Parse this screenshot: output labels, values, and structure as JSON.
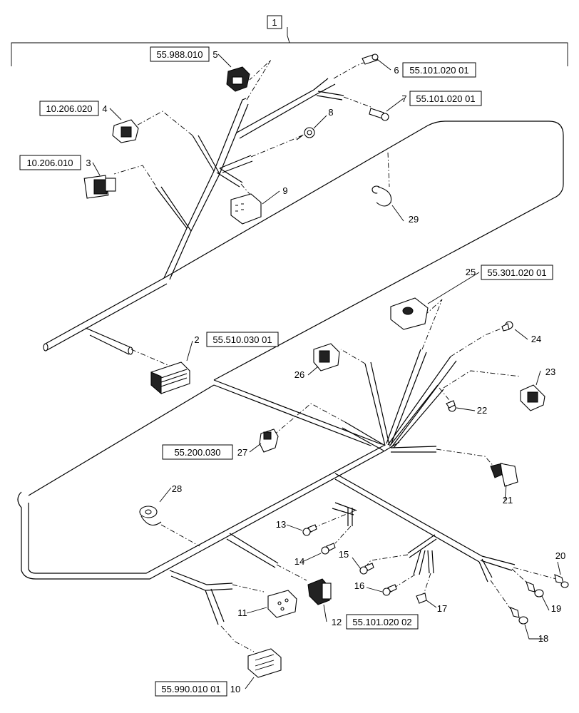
{
  "assembly": {
    "item": "1"
  },
  "items": [
    {
      "num": "2",
      "ref": "55.510.030 01"
    },
    {
      "num": "3",
      "ref": "10.206.010"
    },
    {
      "num": "4",
      "ref": "10.206.020"
    },
    {
      "num": "5",
      "ref": "55.988.010"
    },
    {
      "num": "6",
      "ref": "55.101.020 01"
    },
    {
      "num": "7",
      "ref": "55.101.020 01"
    },
    {
      "num": "8",
      "ref": ""
    },
    {
      "num": "9",
      "ref": ""
    },
    {
      "num": "10",
      "ref": "55.990.010 01"
    },
    {
      "num": "11",
      "ref": ""
    },
    {
      "num": "12",
      "ref": "55.101.020 02"
    },
    {
      "num": "13",
      "ref": ""
    },
    {
      "num": "14",
      "ref": ""
    },
    {
      "num": "15",
      "ref": ""
    },
    {
      "num": "16",
      "ref": ""
    },
    {
      "num": "17",
      "ref": ""
    },
    {
      "num": "18",
      "ref": ""
    },
    {
      "num": "19",
      "ref": ""
    },
    {
      "num": "20",
      "ref": ""
    },
    {
      "num": "21",
      "ref": ""
    },
    {
      "num": "22",
      "ref": ""
    },
    {
      "num": "23",
      "ref": ""
    },
    {
      "num": "24",
      "ref": ""
    },
    {
      "num": "25",
      "ref": "55.301.020 01"
    },
    {
      "num": "26",
      "ref": ""
    },
    {
      "num": "27",
      "ref": "55.200.030"
    },
    {
      "num": "28",
      "ref": ""
    },
    {
      "num": "29",
      "ref": ""
    }
  ]
}
